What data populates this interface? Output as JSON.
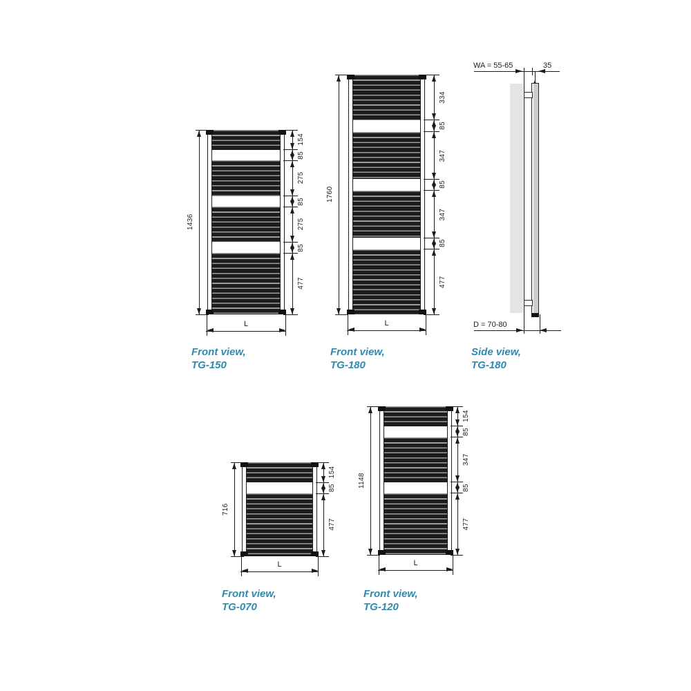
{
  "palette": {
    "accent": "#2e8ab0",
    "line": "#1c1c1c",
    "wall_fill": "#e4e4e4",
    "tube_profile_fill": "#cccccc",
    "rung_dark": "#1d1d1d",
    "rung_light": "#9c9c9c"
  },
  "captions": {
    "tg150": {
      "line1": "Front view,",
      "line2": "TG-150"
    },
    "tg180": {
      "line1": "Front view,",
      "line2": "TG-180"
    },
    "side": {
      "line1": "Side view,",
      "line2": "TG-180"
    },
    "tg070": {
      "line1": "Front view,",
      "line2": "TG-070"
    },
    "tg120": {
      "line1": "Front view,",
      "line2": "TG-120"
    }
  },
  "side_view": {
    "wa_label": "WA = 55-65",
    "depth_label": "35",
    "d_label": "D = 70-80"
  },
  "radiators": [
    {
      "id": "tg150",
      "model": "TG-150",
      "total_label": "1436",
      "total_mm": 1436,
      "width_label": "L",
      "segments": [
        {
          "kind": "tubes",
          "mm": 154,
          "label": "154"
        },
        {
          "kind": "gap",
          "mm": 85,
          "label": "85"
        },
        {
          "kind": "tubes",
          "mm": 275,
          "label": "275"
        },
        {
          "kind": "gap",
          "mm": 85,
          "label": "85"
        },
        {
          "kind": "tubes",
          "mm": 275,
          "label": "275"
        },
        {
          "kind": "gap",
          "mm": 85,
          "label": "85"
        },
        {
          "kind": "tubes",
          "mm": 477,
          "label": "477"
        }
      ]
    },
    {
      "id": "tg180",
      "model": "TG-180",
      "total_label": "1760",
      "total_mm": 1760,
      "width_label": "L",
      "segments": [
        {
          "kind": "tubes",
          "mm": 334,
          "label": "334"
        },
        {
          "kind": "gap",
          "mm": 85,
          "label": "85"
        },
        {
          "kind": "tubes",
          "mm": 347,
          "label": "347"
        },
        {
          "kind": "gap",
          "mm": 85,
          "label": "85"
        },
        {
          "kind": "tubes",
          "mm": 347,
          "label": "347"
        },
        {
          "kind": "gap",
          "mm": 85,
          "label": "85"
        },
        {
          "kind": "tubes",
          "mm": 477,
          "label": "477"
        }
      ]
    },
    {
      "id": "tg070",
      "model": "TG-070",
      "total_label": "716",
      "total_mm": 716,
      "width_label": "L",
      "segments": [
        {
          "kind": "tubes",
          "mm": 154,
          "label": "154"
        },
        {
          "kind": "gap",
          "mm": 85,
          "label": "85"
        },
        {
          "kind": "tubes",
          "mm": 477,
          "label": "477"
        }
      ]
    },
    {
      "id": "tg120",
      "model": "TG-120",
      "total_label": "1148",
      "total_mm": 1148,
      "width_label": "L",
      "segments": [
        {
          "kind": "tubes",
          "mm": 154,
          "label": "154"
        },
        {
          "kind": "gap",
          "mm": 85,
          "label": "85"
        },
        {
          "kind": "tubes",
          "mm": 347,
          "label": "347"
        },
        {
          "kind": "gap",
          "mm": 85,
          "label": "85"
        },
        {
          "kind": "tubes",
          "mm": 477,
          "label": "477"
        }
      ]
    }
  ]
}
